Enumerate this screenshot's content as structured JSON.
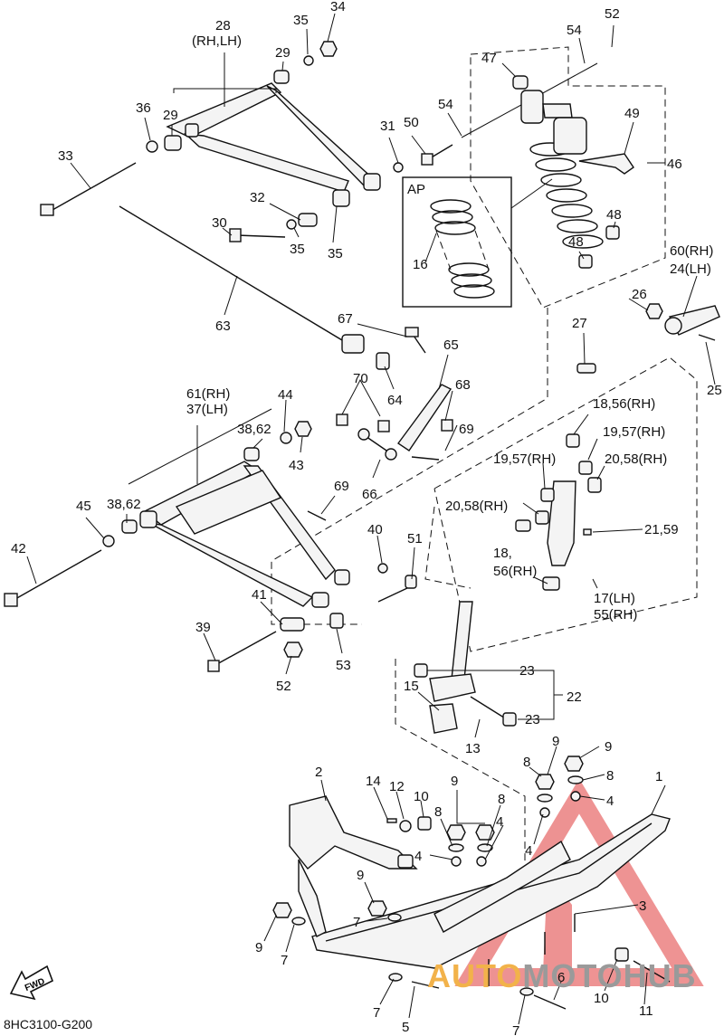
{
  "diagram_code": "8HC3100-G200",
  "fwd_label": "FWD",
  "inset_label": "AP",
  "watermark": {
    "text_a": "AUTO",
    "text_b": "MOTOHUB",
    "accent": "#e03a3a",
    "orange": "#f2b24a"
  },
  "callouts": [
    {
      "id": "c28",
      "text": "28"
    },
    {
      "id": "c28s",
      "text": "(RH,LH)"
    },
    {
      "id": "c35a",
      "text": "35"
    },
    {
      "id": "c34",
      "text": "34"
    },
    {
      "id": "c29a",
      "text": "29"
    },
    {
      "id": "c36",
      "text": "36"
    },
    {
      "id": "c29b",
      "text": "29"
    },
    {
      "id": "c31",
      "text": "31"
    },
    {
      "id": "c33",
      "text": "33"
    },
    {
      "id": "c32",
      "text": "32"
    },
    {
      "id": "c30",
      "text": "30"
    },
    {
      "id": "c35b",
      "text": "35"
    },
    {
      "id": "c35c",
      "text": "35"
    },
    {
      "id": "c63",
      "text": "63"
    },
    {
      "id": "c52a",
      "text": "52"
    },
    {
      "id": "c54a",
      "text": "54"
    },
    {
      "id": "c47",
      "text": "47"
    },
    {
      "id": "c50",
      "text": "50"
    },
    {
      "id": "c54b",
      "text": "54"
    },
    {
      "id": "c49",
      "text": "49"
    },
    {
      "id": "c46",
      "text": "46"
    },
    {
      "id": "c16",
      "text": "16"
    },
    {
      "id": "c48a",
      "text": "48"
    },
    {
      "id": "c48b",
      "text": "48"
    },
    {
      "id": "c60",
      "text": "60(RH)"
    },
    {
      "id": "c24",
      "text": "24(LH)"
    },
    {
      "id": "c26",
      "text": "26"
    },
    {
      "id": "c25",
      "text": "25"
    },
    {
      "id": "c27",
      "text": "27"
    },
    {
      "id": "c67",
      "text": "67"
    },
    {
      "id": "c65",
      "text": "65"
    },
    {
      "id": "c68",
      "text": "68"
    },
    {
      "id": "c64",
      "text": "64"
    },
    {
      "id": "c70",
      "text": "70"
    },
    {
      "id": "c69a",
      "text": "69"
    },
    {
      "id": "c61",
      "text": "61(RH)"
    },
    {
      "id": "c37",
      "text": "37(LH)"
    },
    {
      "id": "c44",
      "text": "44"
    },
    {
      "id": "c3862a",
      "text": "38,62"
    },
    {
      "id": "c43",
      "text": "43"
    },
    {
      "id": "c66",
      "text": "66"
    },
    {
      "id": "c1856a",
      "text": "18,56(RH)"
    },
    {
      "id": "c1957a",
      "text": "19,57(RH)"
    },
    {
      "id": "c1957b",
      "text": "19,57(RH)"
    },
    {
      "id": "c2058a",
      "text": "20,58(RH)"
    },
    {
      "id": "c2058b",
      "text": "20,58(RH)"
    },
    {
      "id": "c69b",
      "text": "69"
    },
    {
      "id": "c3862b",
      "text": "38,62"
    },
    {
      "id": "c45",
      "text": "45"
    },
    {
      "id": "c42",
      "text": "42"
    },
    {
      "id": "c40",
      "text": "40"
    },
    {
      "id": "c51",
      "text": "51"
    },
    {
      "id": "c2159",
      "text": "21,59"
    },
    {
      "id": "c18b",
      "text": "18,"
    },
    {
      "id": "c56b",
      "text": "56(RH)"
    },
    {
      "id": "c17",
      "text": "17(LH)"
    },
    {
      "id": "c55",
      "text": "55(RH)"
    },
    {
      "id": "c41",
      "text": "41"
    },
    {
      "id": "c39",
      "text": "39"
    },
    {
      "id": "c52b",
      "text": "52"
    },
    {
      "id": "c53",
      "text": "53"
    },
    {
      "id": "c23a",
      "text": "23"
    },
    {
      "id": "c15",
      "text": "15"
    },
    {
      "id": "c22",
      "text": "22"
    },
    {
      "id": "c23b",
      "text": "23"
    },
    {
      "id": "c13",
      "text": "13"
    },
    {
      "id": "c9a",
      "text": "9"
    },
    {
      "id": "c9b",
      "text": "9"
    },
    {
      "id": "c8a",
      "text": "8"
    },
    {
      "id": "c8b",
      "text": "8"
    },
    {
      "id": "c4a",
      "text": "4"
    },
    {
      "id": "c1",
      "text": "1"
    },
    {
      "id": "c2",
      "text": "2"
    },
    {
      "id": "c14",
      "text": "14"
    },
    {
      "id": "c12",
      "text": "12"
    },
    {
      "id": "c10a",
      "text": "10"
    },
    {
      "id": "c9c",
      "text": "9"
    },
    {
      "id": "c8c",
      "text": "8"
    },
    {
      "id": "c8d",
      "text": "8"
    },
    {
      "id": "c4b",
      "text": "4"
    },
    {
      "id": "c4c",
      "text": "4"
    },
    {
      "id": "c4d",
      "text": "4"
    },
    {
      "id": "c9d",
      "text": "9"
    },
    {
      "id": "c7a",
      "text": "7"
    },
    {
      "id": "c9e",
      "text": "9"
    },
    {
      "id": "c7b",
      "text": "7"
    },
    {
      "id": "c3",
      "text": "3"
    },
    {
      "id": "c6",
      "text": "6"
    },
    {
      "id": "c10b",
      "text": "10"
    },
    {
      "id": "c11",
      "text": "11"
    },
    {
      "id": "c7c",
      "text": "7"
    },
    {
      "id": "c5",
      "text": "5"
    },
    {
      "id": "c7d",
      "text": "7"
    }
  ]
}
